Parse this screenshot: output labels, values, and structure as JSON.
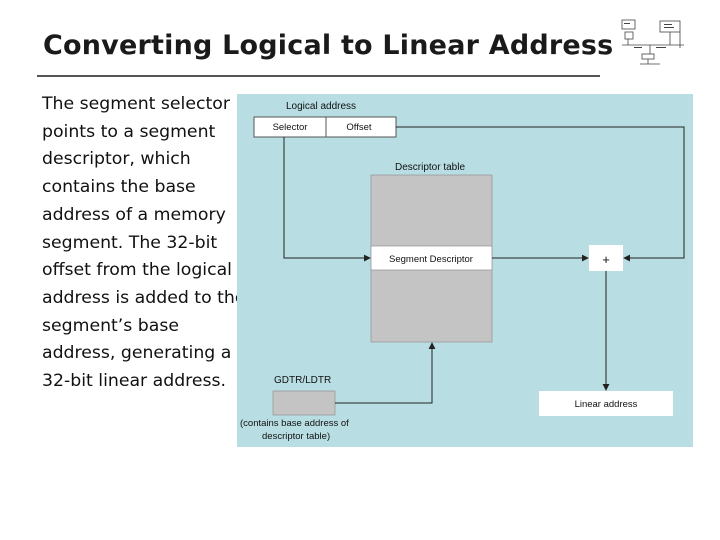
{
  "title": "Converting Logical to Linear Address",
  "body_text": "The segment selector points to a segment descriptor, which contains the base address of a memory segment. The 32-bit offset from the logical address is added to the segment’s base address, generating a 32-bit linear address.",
  "logo": {
    "icon": "network-diagram-logo"
  },
  "diagram": {
    "background_color": "#b8dee3",
    "logical_address_label": "Logical address",
    "selector_label": "Selector",
    "offset_label": "Offset",
    "descriptor_table_label": "Descriptor table",
    "segment_descriptor_label": "Segment Descriptor",
    "adder_label": "+",
    "gdtr_label": "GDTR/LDTR",
    "gdtr_note_line1": "(contains base address of",
    "gdtr_note_line2": "descriptor table)",
    "linear_address_label": "Linear address"
  }
}
